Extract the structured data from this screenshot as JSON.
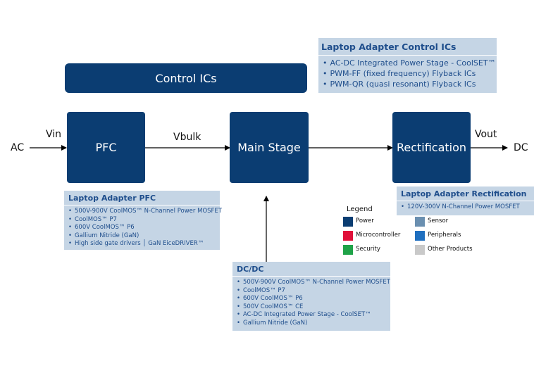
{
  "blocks": {
    "control": "Control ICs",
    "pfc": "PFC",
    "main": "Main Stage",
    "rect": "Rectification"
  },
  "flow_labels": {
    "ac": "AC",
    "vin": "Vin",
    "vbulk": "Vbulk",
    "vout": "Vout",
    "dc": "DC"
  },
  "panels": {
    "control": {
      "title": "Laptop Adapter Control ICs",
      "items": [
        "AC-DC Integrated Power Stage - CoolSET™",
        "PWM-FF (fixed frequency) Flyback ICs",
        "PWM-QR (quasi resonant) Flyback ICs"
      ]
    },
    "pfc": {
      "title": "Laptop Adapter PFC",
      "items": [
        "500V-900V CoolMOS™ N-Channel Power MOSFET",
        "CoolMOS™ P7",
        "600V CoolMOS™ P6",
        "Gallium Nitride (GaN)",
        "High side gate drivers │ GaN EiceDRIVER™"
      ]
    },
    "rect": {
      "title": "Laptop Adapter Rectification",
      "items": [
        "120V-300V N-Channel Power MOSFET"
      ]
    },
    "dcdc": {
      "title": "DC/DC",
      "items": [
        "500V-900V CoolMOS™ N-Channel Power MOSFET",
        "CoolMOS™ P7",
        "600V CoolMOS™ P6",
        "500V CoolMOS™ CE",
        "AC-DC Integrated Power Stage - CoolSET™",
        "Gallium Nitride (GaN)"
      ]
    }
  },
  "legend": {
    "title": "Legend",
    "items": [
      {
        "label": "Power",
        "color": "#0b3d72"
      },
      {
        "label": "Sensor",
        "color": "#6a8fb0"
      },
      {
        "label": "Microcontroller",
        "color": "#e0103a"
      },
      {
        "label": "Peripherals",
        "color": "#1f6fbf"
      },
      {
        "label": "Security",
        "color": "#1fa348"
      },
      {
        "label": "Other Products",
        "color": "#c9c9c9"
      }
    ]
  },
  "colors": {
    "block": "#0b3d72",
    "panel": "#c5d5e5",
    "panel_text": "#1f4e8c"
  }
}
